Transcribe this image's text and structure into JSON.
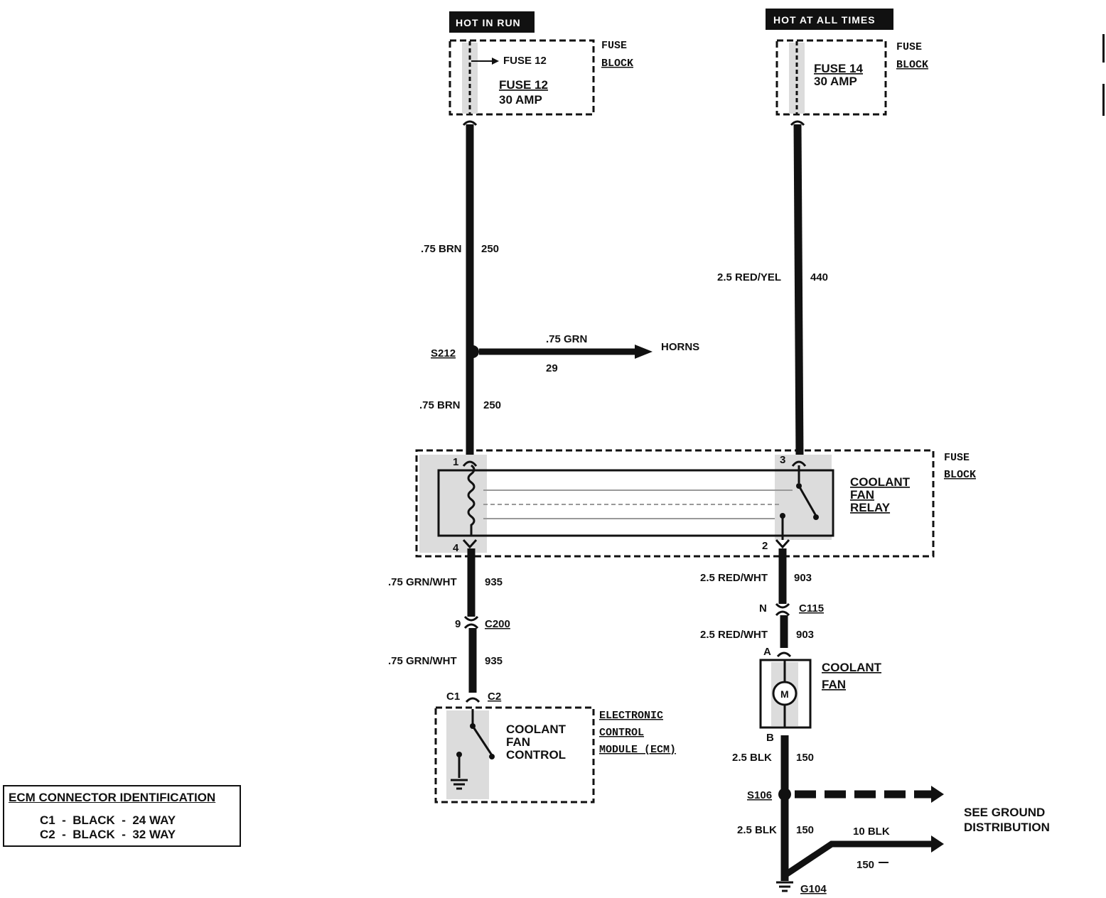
{
  "power": {
    "hot_in_run": "HOT IN RUN",
    "hot_at_all_times": "HOT AT ALL TIMES"
  },
  "fuse_block_left": {
    "block_label_1": "FUSE",
    "block_label_2": "BLOCK",
    "fuse_ref": "FUSE 12",
    "fuse_name": "FUSE 12",
    "fuse_rating": "30 AMP"
  },
  "fuse_block_right": {
    "block_label_1": "FUSE",
    "block_label_2": "BLOCK",
    "fuse_name": "FUSE 14",
    "fuse_rating": "30 AMP"
  },
  "wires": {
    "w250_top_gauge": ".75 BRN",
    "w250_top_num": "250",
    "w440_gauge": "2.5 RED/YEL",
    "w440_num": "440",
    "w29_gauge": ".75 GRN",
    "w29_num": "29",
    "horns": "HORNS",
    "splice_s212": "S212",
    "w250_bot_gauge": ".75 BRN",
    "w250_bot_num": "250",
    "w935_top_gauge": ".75 GRN/WHT",
    "w935_top_num": "935",
    "w935_bot_gauge": ".75 GRN/WHT",
    "w935_bot_num": "935",
    "w903_top_gauge": "2.5 RED/WHT",
    "w903_top_num": "903",
    "w903_bot_gauge": "2.5 RED/WHT",
    "w903_bot_num": "903",
    "w150_top_gauge": "2.5 BLK",
    "w150_top_num": "150",
    "w150_bot_gauge": "2.5 BLK",
    "w150_bot_num": "150",
    "w150_10_gauge": "10 BLK",
    "w150_10_num": "150"
  },
  "relay": {
    "block_label_1": "FUSE",
    "block_label_2": "BLOCK",
    "name_1": "COOLANT",
    "name_2": "FAN",
    "name_3": "RELAY",
    "pin1": "1",
    "pin2": "2",
    "pin3": "3",
    "pin4": "4"
  },
  "connectors": {
    "c200_pin": "9",
    "c200": "C200",
    "c115_pin": "N",
    "c115": "C115",
    "ecm_c1": "C1",
    "ecm_c2": "C2"
  },
  "ecm": {
    "inner_1": "COOLANT",
    "inner_2": "FAN",
    "inner_3": "CONTROL",
    "name_1": "ELECTRONIC",
    "name_2": "CONTROL",
    "name_3": "MODULE (ECM)"
  },
  "fan": {
    "pin_a": "A",
    "pin_b": "B",
    "motor": "M",
    "name_1": "COOLANT",
    "name_2": "FAN"
  },
  "ground": {
    "splice_s106": "S106",
    "see_1": "SEE GROUND",
    "see_2": "DISTRIBUTION",
    "g104": "G104"
  },
  "ecm_legend": {
    "title": "ECM CONNECTOR IDENTIFICATION",
    "row1": "C1  -  BLACK  -  24 WAY",
    "row2": "C2  -  BLACK  -  32 WAY"
  }
}
